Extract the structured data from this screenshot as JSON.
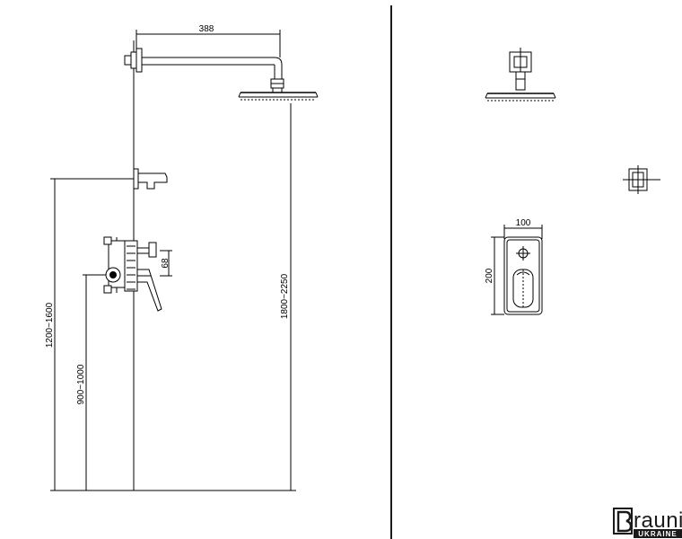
{
  "dimensions": {
    "arm_length": "388",
    "outlet_height": "1200~1600",
    "valve_height": "900~1000",
    "shower_height": "1800~2250",
    "valve_spacing": "68",
    "plate_width": "100",
    "plate_height": "200"
  },
  "logo": {
    "main": "rauni",
    "sub": "UKRAINE"
  },
  "colors": {
    "line": "#000000",
    "background": "#ffffff",
    "logo_band": "#1a1a1a"
  }
}
